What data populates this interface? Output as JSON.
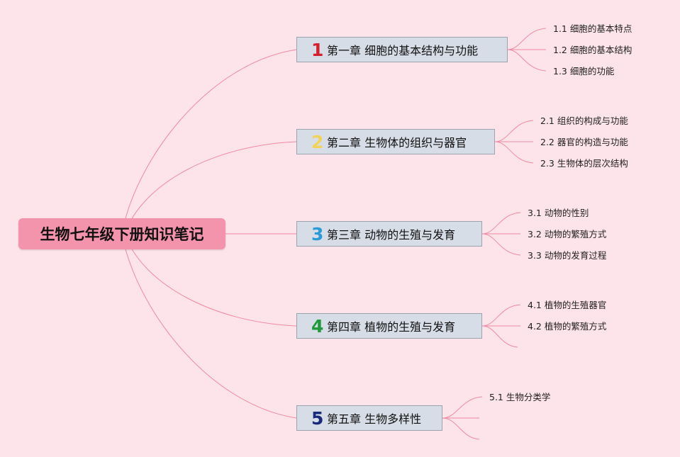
{
  "root": {
    "title": "生物七年级下册知识笔记"
  },
  "chapters": [
    {
      "num": "1",
      "num_color": "#d4202f",
      "title": "第一章 细胞的基本结构与功能",
      "topics": [
        "1.1 细胞的基本特点",
        "1.2 细胞的基本结构",
        "1.3 细胞的功能"
      ]
    },
    {
      "num": "2",
      "num_color": "#f2d35a",
      "title": "第二章 生物体的组织与器官",
      "topics": [
        "2.1 组织的构成与功能",
        "2.2 器官的构造与功能",
        "2.3 生物体的层次结构"
      ]
    },
    {
      "num": "3",
      "num_color": "#2a9ad8",
      "title": "第三章 动物的生殖与发育",
      "topics": [
        "3.1 动物的性别",
        "3.2 动物的繁殖方式",
        "3.3 动物的发育过程"
      ]
    },
    {
      "num": "4",
      "num_color": "#1e9a3a",
      "title": "第四章 植物的生殖与发育",
      "topics": [
        "4.1 植物的生殖器官",
        "4.2 植物的繁殖方式",
        ""
      ]
    },
    {
      "num": "5",
      "num_color": "#1a2a7a",
      "title": "第五章 生物多样性",
      "topics": [
        "5.1 生物分类学",
        "",
        ""
      ]
    }
  ],
  "colors": {
    "background": "#fde3ea",
    "root": "#f493ac",
    "chapter_box": "#d7dde6",
    "line": "#f08aa5"
  }
}
